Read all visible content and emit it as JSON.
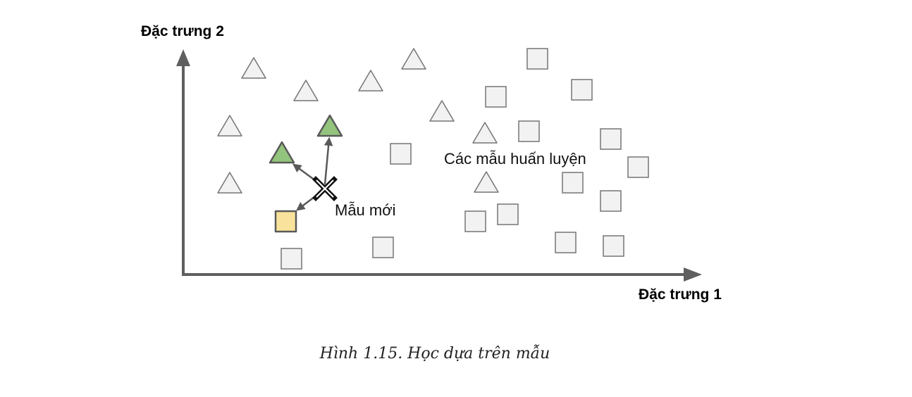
{
  "diagram": {
    "y_axis_label": "Đặc trưng 2",
    "x_axis_label": "Đặc trưng 1",
    "training_label": "Các mẫu huấn luyện",
    "new_sample_label": "Mẫu mới",
    "colors": {
      "axis": "#5f5f5f",
      "shape_fill": "#f2f2f2",
      "shape_stroke": "#757575",
      "neighbor_triangle_fill": "#93c47d",
      "neighbor_square_fill": "#f9e29b",
      "highlight_stroke": "#595959",
      "arrow": "#595959",
      "new_sample_mark": "#111111"
    }
  },
  "caption": "Hình 1.15. Học dựa trên mẫu"
}
